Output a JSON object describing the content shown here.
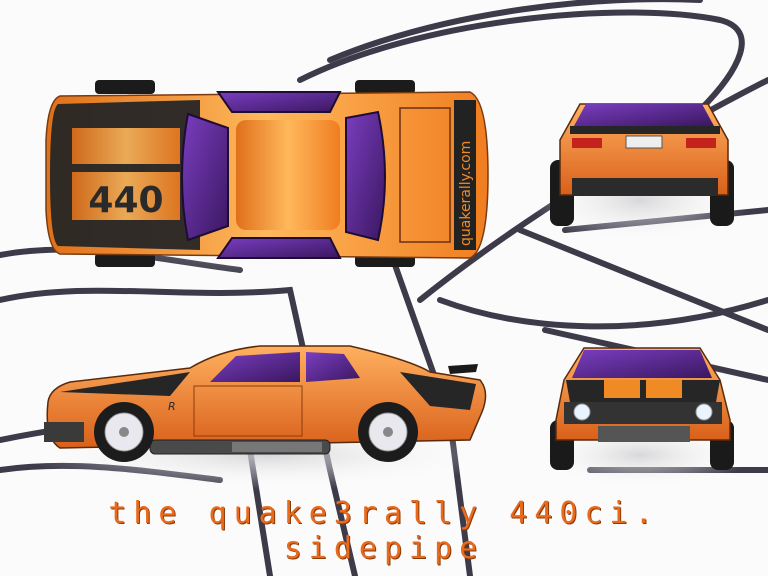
{
  "caption": "the quake3rally 440ci. sidepipe",
  "hood_number": "440",
  "site_text": "quakerally.com",
  "badge_letter": "R",
  "colors": {
    "body_orange": "#f08a25",
    "body_light": "#ffc26a",
    "glass_purple": "#5c2a8c",
    "stripe_black": "#262626",
    "track_line": "#3d3a4a",
    "caption_orange": "#e86a1c"
  }
}
